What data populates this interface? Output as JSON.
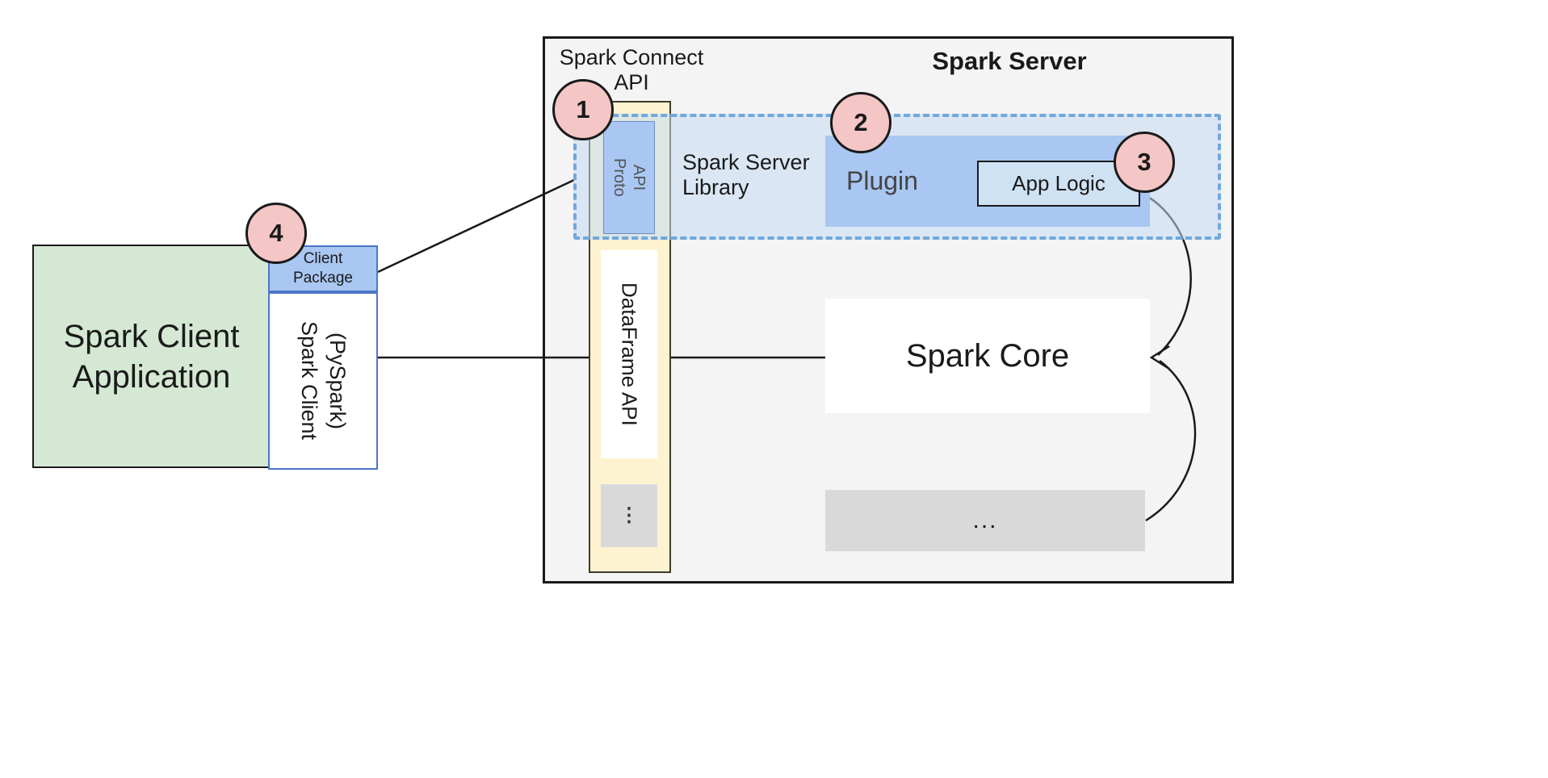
{
  "diagram": {
    "client": {
      "app": {
        "line1": "Spark Client",
        "line2": "Application"
      },
      "package": {
        "line1": "Client",
        "line2": "Package"
      },
      "runtime": {
        "line1": "Spark Client",
        "line2": "(PySpark)"
      }
    },
    "server": {
      "title": "Spark Server",
      "connect_api": {
        "line1": "Spark Connect",
        "line2": "API"
      },
      "proto": {
        "line1": "Proto",
        "line2": "API"
      },
      "library": {
        "line1": "Spark Server",
        "line2": "Library"
      },
      "plugin": "Plugin",
      "app_logic": "App Logic",
      "dataframe_api": "DataFrame API",
      "column_ellipsis": "⋮",
      "core": "Spark Core",
      "bottom_ellipsis": "..."
    },
    "badges": [
      "1",
      "2",
      "3",
      "4"
    ],
    "colors": {
      "client_green": "#d5e8d4",
      "accent_blue": "#a9c7f2",
      "light_blue": "#cfe2f3",
      "note_yellow": "#fdf3d0",
      "badge_pink": "#f5c6c6",
      "neutral_gray": "#d9d9d9",
      "server_bg": "#f4f4f4",
      "dashed_blue": "#6fa8dc",
      "line_black": "#1a1a1a"
    }
  }
}
